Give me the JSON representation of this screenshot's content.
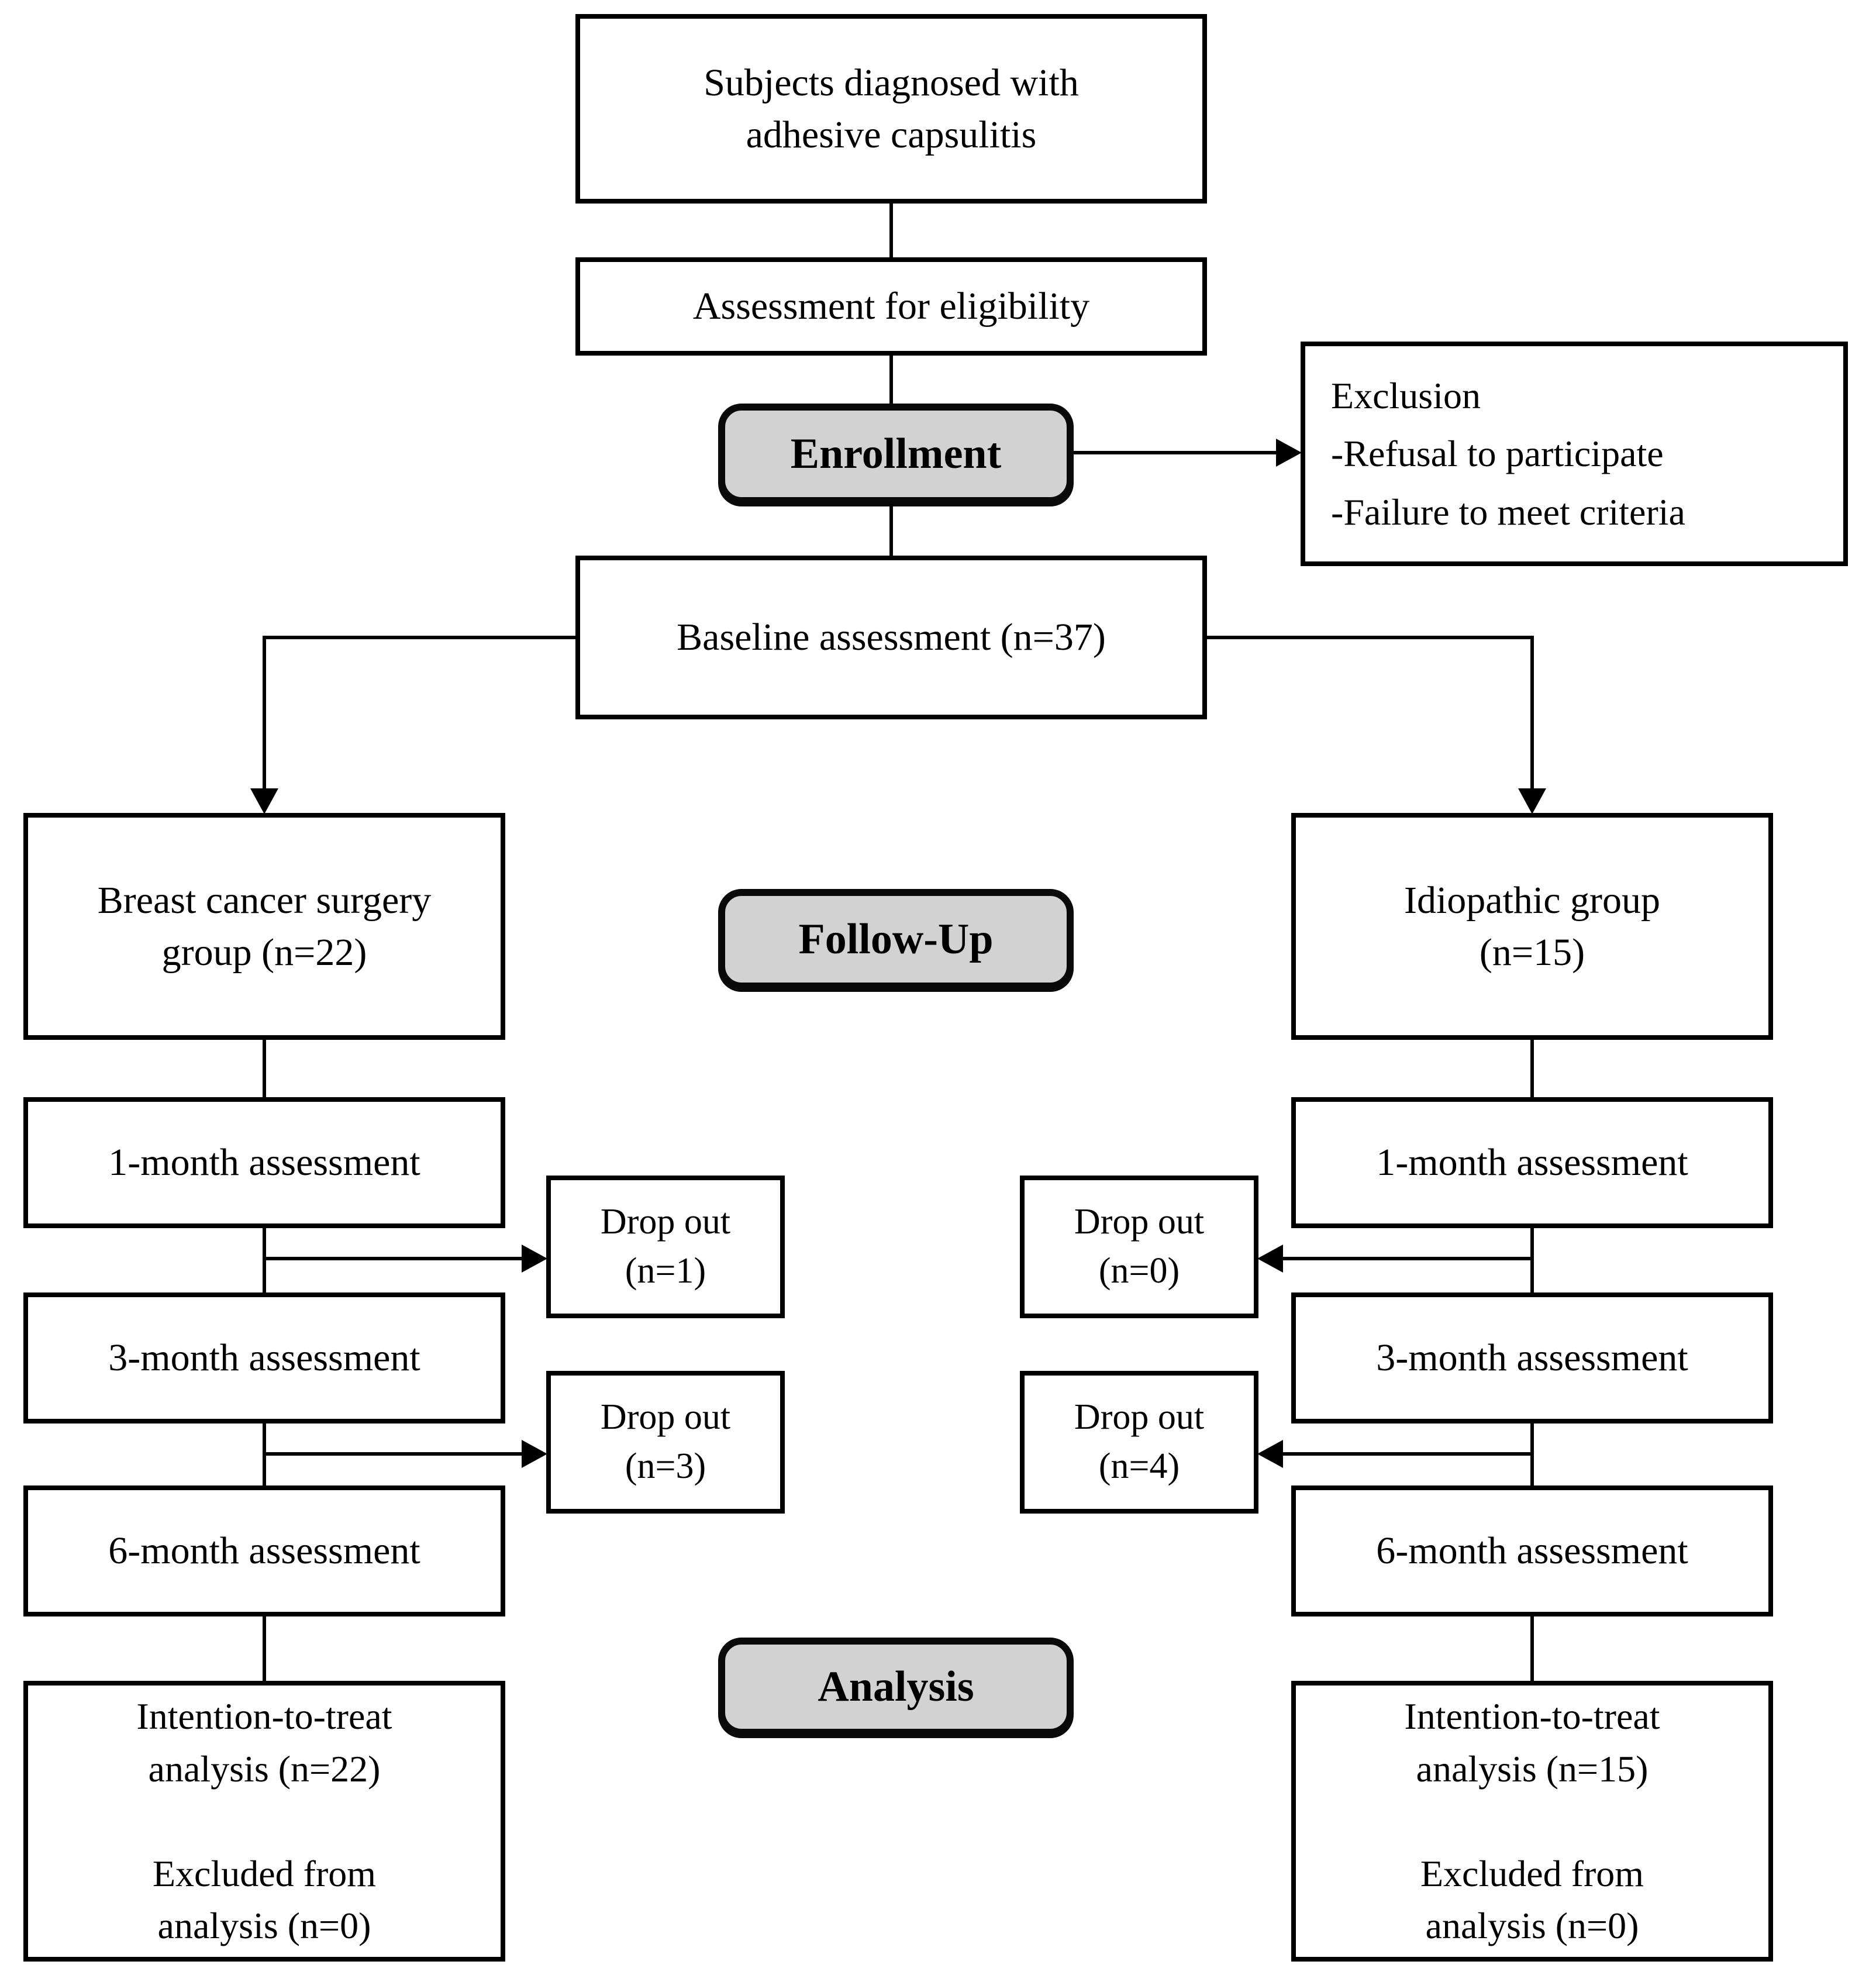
{
  "colors": {
    "stage_label_fill": "#d2d2d2",
    "line": "#000000",
    "background": "#ffffff"
  },
  "diagram": {
    "top": {
      "subjects": "Subjects diagnosed with\nadhesive capsulitis",
      "eligibility": "Assessment for eligibility",
      "baseline": "Baseline assessment (n=37)"
    },
    "stage_labels": {
      "enrollment": "Enrollment",
      "follow_up": "Follow-Up",
      "analysis": "Analysis"
    },
    "exclusion": "Exclusion\n-Refusal to participate\n-Failure to meet criteria",
    "left": {
      "group": "Breast cancer surgery\ngroup (n=22)",
      "month1": "1-month assessment",
      "month3": "3-month assessment",
      "month6": "6-month assessment",
      "dropout_after_1m": "Drop out\n(n=1)",
      "dropout_after_3m": "Drop out\n(n=3)",
      "analysis": "Intention-to-treat\nanalysis (n=22)\n\nExcluded from\nanalysis (n=0)"
    },
    "right": {
      "group": "Idiopathic group\n(n=15)",
      "month1": "1-month assessment",
      "month3": "3-month assessment",
      "month6": "6-month assessment",
      "dropout_after_1m": "Drop out\n(n=0)",
      "dropout_after_3m": "Drop out\n(n=4)",
      "analysis": "Intention-to-treat\nanalysis (n=15)\n\nExcluded from\nanalysis (n=0)"
    }
  }
}
